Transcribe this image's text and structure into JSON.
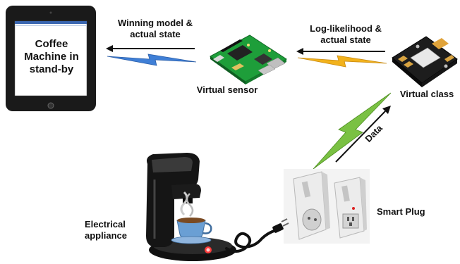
{
  "tablet": {
    "screen_lines": [
      "Coffee",
      "Machine in",
      "stand-by"
    ]
  },
  "labels": {
    "winning_model": [
      "Winning model &",
      "actual state"
    ],
    "log_likelihood": [
      "Log-likelihood &",
      "actual state"
    ],
    "virtual_sensor": "Virtual sensor",
    "virtual_class": "Virtual class",
    "data": "Data",
    "smart_plug": "Smart Plug",
    "electrical_appliance": [
      "Electrical",
      "appliance"
    ]
  },
  "colors": {
    "tablet_body": "#1a1a1a",
    "screen_bg": "#ffffff",
    "bolt_blue": "#3f7fd6",
    "bolt_yellow": "#f2b21c",
    "bolt_green": "#7ac143",
    "pcb_green": "#1e9e3a",
    "arrow": "#111111",
    "plug_white": "#e8e8e8"
  }
}
